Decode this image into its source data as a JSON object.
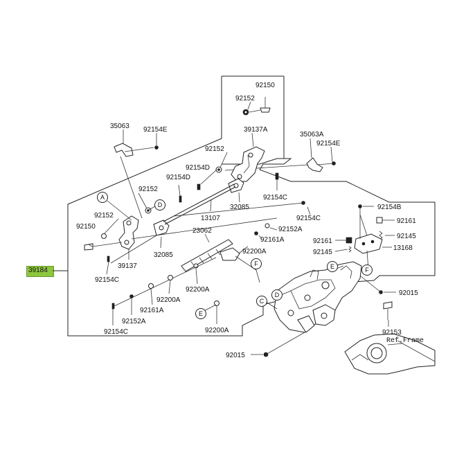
{
  "diagram": {
    "assembly_label": "39184",
    "frame_reference": "Ref.Frame",
    "part_labels": {
      "p92150_top": "92150",
      "p92152_top": "92152",
      "p35063": "35063",
      "p92154E_l": "92154E",
      "p39137A": "39137A",
      "p35063A": "35063A",
      "p92154E_r": "92154E",
      "p92152_mid": "92152",
      "p92154D_a": "92154D",
      "p92154D_b": "92154D",
      "p92152_left": "92152",
      "p32085_r": "32085",
      "p92154C_top": "92154C",
      "p13107": "13107",
      "p92154C_mid": "92154C",
      "p92152A_mid": "92152A",
      "p92152_lower": "92152",
      "p92150_left": "92150",
      "p23062": "23062",
      "p92161A_mid": "92161A",
      "p32085_l": "32085",
      "p92200A_mid": "92200A",
      "p39137": "39137",
      "p92154C_left": "92154C",
      "p92200A_a": "92200A",
      "p92200A_b": "92200A",
      "p92161A_low": "92161A",
      "p92152A_low": "92152A",
      "p92200A_c": "92200A",
      "p92154C_low": "92154C",
      "p92154B": "92154B",
      "p92161": "92161",
      "p92145_r": "92145",
      "p92161_l": "92161",
      "p13168": "13168",
      "p92145_l": "92145",
      "p92015_r": "92015",
      "p92153": "92153",
      "p92015_b": "92015"
    },
    "callouts": {
      "A": "A",
      "D_left": "D",
      "F_mid": "F",
      "E_mid": "E",
      "E_right": "E",
      "F_right": "F",
      "D_right": "D",
      "C": "C"
    }
  }
}
